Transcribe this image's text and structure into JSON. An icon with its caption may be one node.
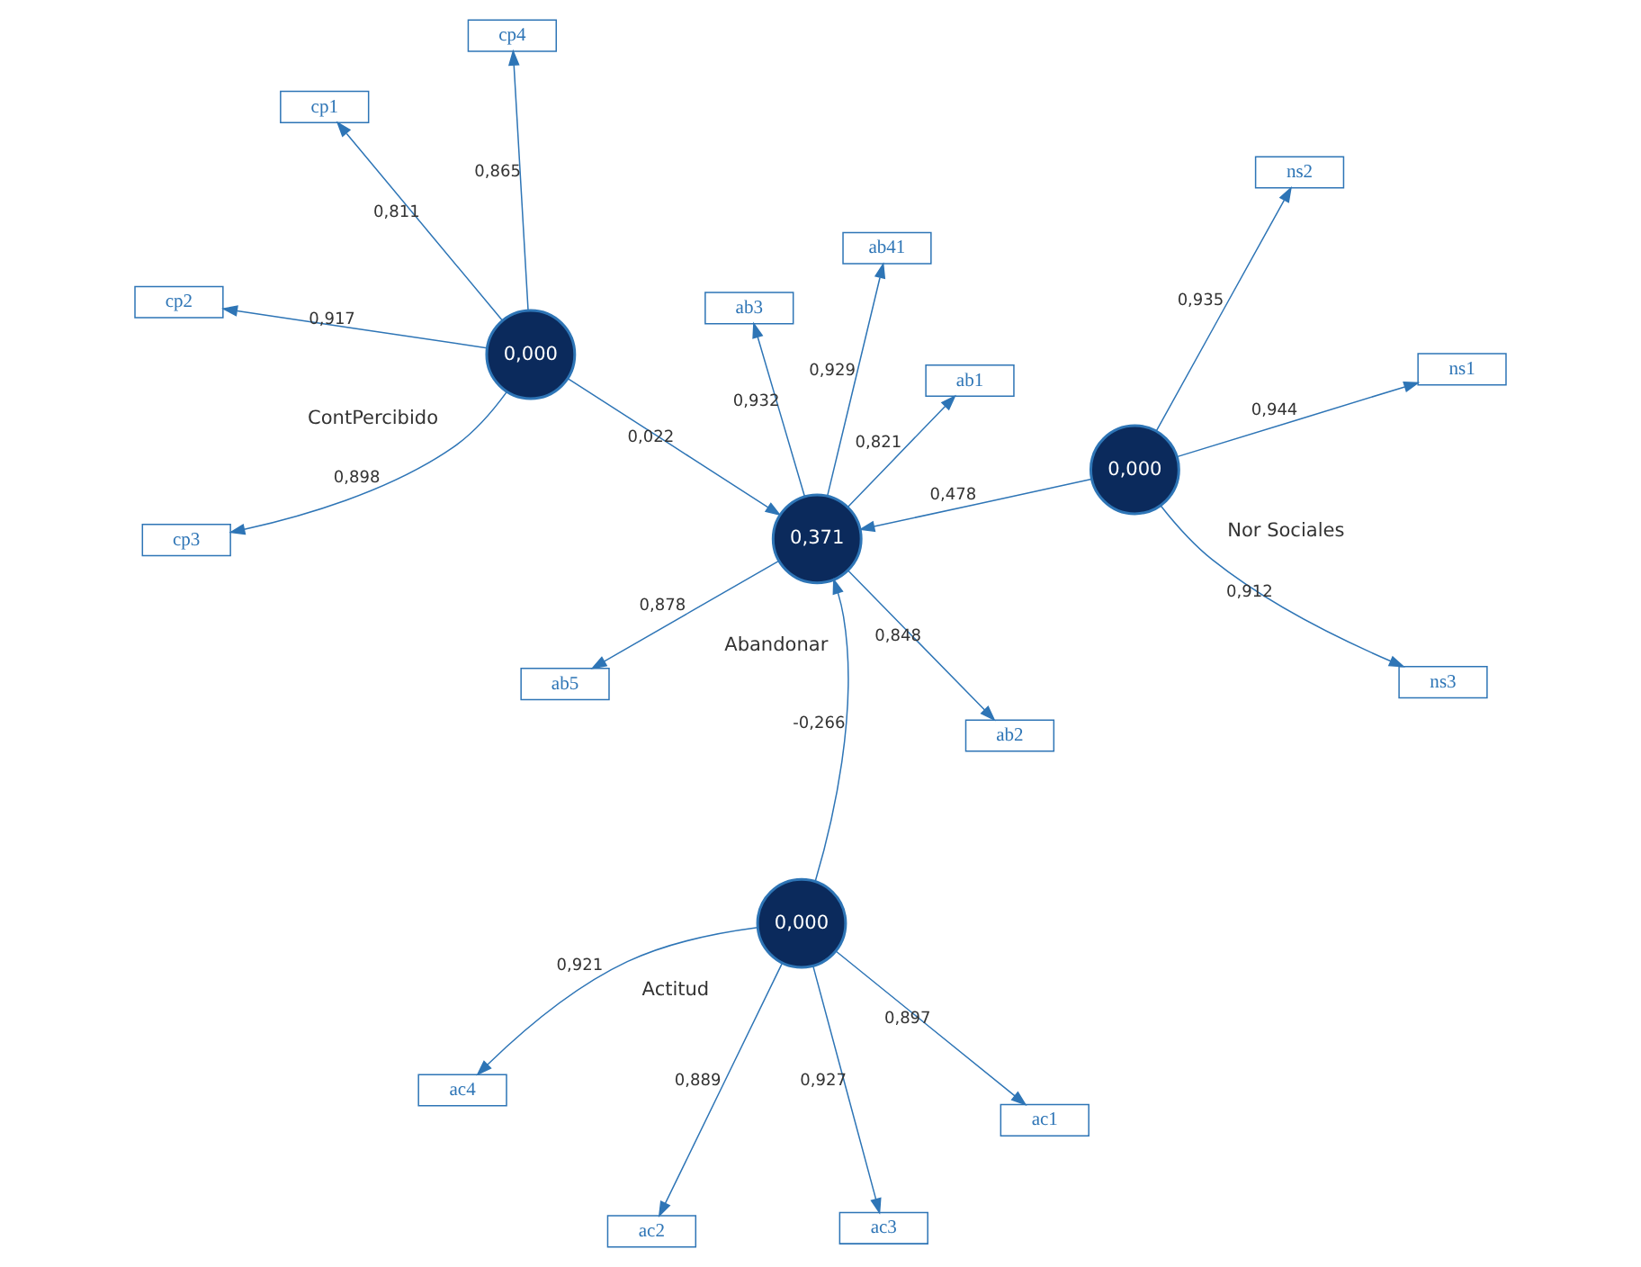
{
  "diagram": {
    "nodes": [
      {
        "text": [
          "ac1"
        ]
      },
      {
        "text": [
          "ac2"
        ]
      },
      {
        "text": [
          "ac3"
        ]
      },
      {
        "text": [
          "ac4"
        ]
      },
      {
        "text": [
          "0,000"
        ],
        "beside": [
          "Actitud"
        ]
      },
      {
        "text": [
          "ns1"
        ]
      },
      {
        "text": [
          "ns2"
        ]
      },
      {
        "text": [
          "ns3"
        ]
      },
      {
        "text": [
          "0,000"
        ],
        "beside": [
          "Nor Sociales"
        ]
      },
      {
        "text": [
          "0,371"
        ],
        "beside": [
          "Abandonar"
        ]
      },
      {
        "text": [
          "ab1"
        ]
      },
      {
        "text": [
          "ab2"
        ]
      },
      {
        "text": [
          "ab3"
        ]
      },
      {
        "text": [
          "ab41"
        ]
      },
      {
        "text": [
          "ab5"
        ]
      },
      {
        "text": [
          "0,000"
        ],
        "beside": [
          "ContPercibido"
        ]
      },
      {
        "text": [
          "cp1"
        ]
      },
      {
        "text": [
          "cp2"
        ]
      },
      {
        "text": [
          "cp3"
        ]
      },
      {
        "text": [
          "cp4"
        ]
      }
    ],
    "edges": [
      {
        "from": 4,
        "to": 0,
        "arrow": "to",
        "label": "0,897"
      },
      {
        "from": 4,
        "to": 1,
        "arrow": "to",
        "label": "0,889"
      },
      {
        "from": 4,
        "to": 2,
        "arrow": "to",
        "label": "0,927"
      },
      {
        "from": 4,
        "to": 3,
        "arrow": "to",
        "label": "0,921"
      },
      {
        "from": 8,
        "to": 5,
        "arrow": "to",
        "label": "0,944"
      },
      {
        "from": 8,
        "to": 6,
        "arrow": "to",
        "label": "0,935"
      },
      {
        "from": 8,
        "to": 7,
        "arrow": "to",
        "label": "0,912"
      },
      {
        "from": 4,
        "to": 9,
        "arrow": "to",
        "label": "-0,266"
      },
      {
        "from": 8,
        "to": 9,
        "arrow": "to",
        "label": "0,478"
      },
      {
        "from": 15,
        "to": 9,
        "arrow": "to",
        "label": "0,022"
      },
      {
        "from": 9,
        "to": 10,
        "arrow": "to",
        "label": "0,821"
      },
      {
        "from": 9,
        "to": 11,
        "arrow": "to",
        "label": "0,848"
      },
      {
        "from": 9,
        "to": 12,
        "arrow": "to",
        "label": "0,932"
      },
      {
        "from": 9,
        "to": 13,
        "arrow": "to",
        "label": "0,929"
      },
      {
        "from": 9,
        "to": 14,
        "arrow": "to",
        "label": "0,878"
      },
      {
        "from": 15,
        "to": 16,
        "arrow": "to",
        "label": "0,811"
      },
      {
        "from": 15,
        "to": 17,
        "arrow": "to",
        "label": "0,917"
      },
      {
        "from": 15,
        "to": 18,
        "arrow": "to",
        "label": "0,898"
      },
      {
        "from": 15,
        "to": 19,
        "arrow": "to",
        "label": "0,865"
      }
    ]
  }
}
